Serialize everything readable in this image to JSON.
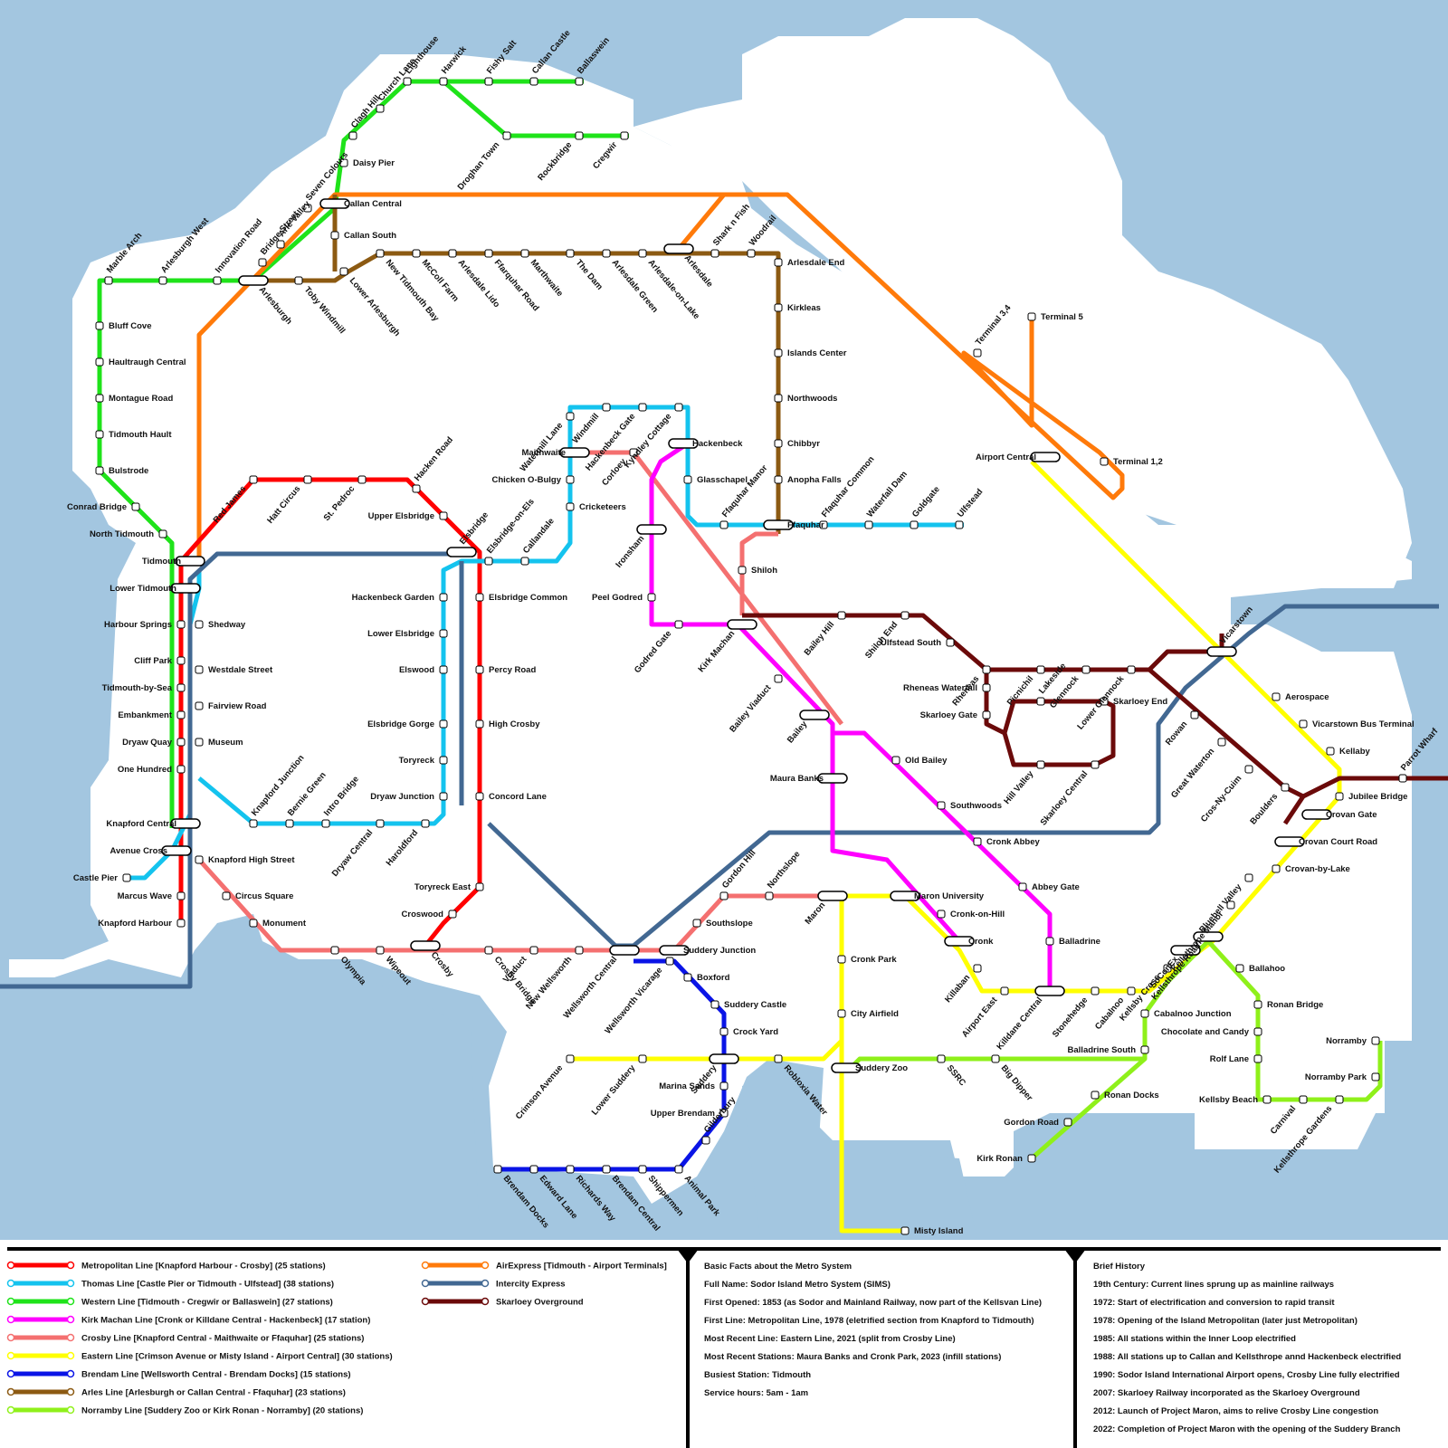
{
  "colors": {
    "water": "#a3c6e0",
    "land": "#ffffff",
    "metropolitan": "#ff0000",
    "thomas": "#14c3ee",
    "western": "#1fe31a",
    "kirk_machan": "#ff00ff",
    "crosby": "#f47070",
    "eastern": "#ffff00",
    "brendam": "#0a14e6",
    "arles": "#8c5a12",
    "norramby": "#8ff01a",
    "airexpress": "#ff7a0a",
    "intercity": "#426892",
    "skarloey": "#6b0a0a"
  },
  "legend": [
    {
      "label": "Metropolitan Line [Knapford Harbour - Crosby] (25 stations)",
      "color": "#ff0000"
    },
    {
      "label": "Thomas Line [Castle Pier or Tidmouth - Ulfstead] (38 stations)",
      "color": "#14c3ee"
    },
    {
      "label": "Western Line [Tidmouth - Cregwir or Ballaswein] (27 stations)",
      "color": "#1fe31a"
    },
    {
      "label": "Kirk Machan Line [Cronk or Killdane Central - Hackenbeck] (17 station)",
      "color": "#ff00ff"
    },
    {
      "label": "Crosby Line [Knapford Central - Maithwaite or Ffaquhar] (25 stations)",
      "color": "#f47070"
    },
    {
      "label": "Eastern Line [Crimson Avenue or Misty Island - Airport Central] (30 stations)",
      "color": "#ffff00"
    },
    {
      "label": "Brendam Line [Wellsworth Central - Brendam Docks] (15 stations)",
      "color": "#0a14e6"
    },
    {
      "label": "Arles Line [Arlesburgh or Callan Central - Ffaquhar] (23 stations)",
      "color": "#8c5a12"
    },
    {
      "label": "Norramby Line [Suddery Zoo or Kirk Ronan - Norramby] (20 stations)",
      "color": "#8ff01a"
    }
  ],
  "legend2": [
    {
      "label": "AirExpress [Tidmouth - Airport Terminals]",
      "color": "#ff7a0a"
    },
    {
      "label": "Intercity Express",
      "color": "#426892"
    },
    {
      "label": "Skarloey Overground",
      "color": "#6b0a0a"
    }
  ],
  "facts_title": "Basic Facts about the Metro System",
  "facts": [
    "Full Name: Sodor Island Metro System (SIMS)",
    "First Opened: 1853 (as Sodor and Mainland Railway, now part of the Kellsvan Line)",
    "First Line: Metropolitan Line, 1978 (eletrified section from Knapford to Tidmouth)",
    "Most Recent Line: Eastern Line, 2021 (split from Crosby Line)",
    "Most Recent Stations: Maura Banks and Cronk Park, 2023 (infill stations)",
    "Busiest Station: Tidmouth",
    "Service hours: 5am -  1am"
  ],
  "history_title": "Brief History",
  "history": [
    "19th Century: Current lines sprung up as mainline railways",
    "1972: Start of electrification and conversion to rapid transit",
    "1978: Opening of the Island Metropolitan (later just Metropolitan)",
    "1985: All stations within the Inner Loop electrified",
    "1988: All stations up to Callan and Kellsthrope annd Hackenbeck electrified",
    "1990: Sodor Island International Airport opens, Crosby Line fully electrified",
    "2007: Skarloey Railway incorporated as the Skarloey Overground",
    "2012: Launch of Project Maron, aims to relive Crosby Line congestion",
    "2022: Completion of Project Maron with the opening of the Suddery Branch"
  ],
  "stations": {
    "lighthouse": "Lighthouse",
    "harwick": "Harwick",
    "fishy_salt": "Fishy Salt",
    "callan_castle": "Callan Castle",
    "ballaswein": "Ballaswein",
    "church_lane": "Church Lane",
    "clagh_hill": "Clagh Hill",
    "droghan_town": "Droghan Town",
    "rockbridge": "Rockbridge",
    "cregwir": "Cregwir",
    "daisy_pier": "Daisy Pier",
    "seven_colours": "Seven Colours",
    "callan_central": "Callan Central",
    "callan_south": "Callan South",
    "arle_valley": "Arle Valley",
    "bridge_street": "Bridge Street",
    "innovation_road": "Innovation Road",
    "arlesburgh_west": "Arlesburgh West",
    "marble_arch": "Marble Arch",
    "arlesburgh": "Arlesburgh",
    "toby_windmill": "Toby Windmill",
    "lower_arlesburgh": "Lower Arlesburgh",
    "new_tidmouth_bay": "New Tidmouth Bay",
    "mccoll_farm": "McColl Farm",
    "arlesdale_lido": "Arlesdale Lido",
    "ffarquhar_road": "Ffarquhar Road",
    "marthwaite": "Marthwaite",
    "the_dam": "The Dam",
    "arlesdale_green": "Arlesdale Green",
    "arlesdale_on_lake": "Arlesdale-on-Lake",
    "arlesdale": "Arlesdale",
    "shark_n_fish": "Shark n Fish",
    "woodrail": "Woodrail",
    "arlesdale_end": "Arlesdale End",
    "kirkleas": "Kirkleas",
    "islands_center": "Islands Center",
    "northwoods": "Northwoods",
    "chibbyr": "Chibbyr",
    "anopha_falls": "Anopha Falls",
    "ffaquhar": "Ffaquhar",
    "ffaquhar_manor": "Ffaquhar Manor",
    "ffaquhar_common": "Ffaquhar Common",
    "waterfall_dam": "Waterfall Dam",
    "goldgate": "Goldgate",
    "ulfstead": "Ulfstead",
    "bluff_cove": "Bluff Cove",
    "haultraugh_central": "Haultraugh Central",
    "montague_road": "Montague Road",
    "tidmouth_hault": "Tidmouth Hault",
    "bulstrode": "Bulstrode",
    "conrad_bridge": "Conrad Bridge",
    "north_tidmouth": "North Tidmouth",
    "tidmouth": "Tidmouth",
    "lower_tidmouth": "Lower Tidmouth",
    "harbour_springs": "Harbour Springs",
    "cliff_park": "Cliff Park",
    "tidmouth_by_sea": "Tidmouth-by-Sea",
    "embankment": "Embankment",
    "dryaw_quay": "Dryaw Quay",
    "one_hundred": "One Hundred",
    "shedway": "Shedway",
    "westdale_street": "Westdale Street",
    "fairview_road": "Fairview Road",
    "museum": "Museum",
    "knapford_junction": "Knapford Junction",
    "bernie_green": "Bernie Green",
    "intro_bridge": "Intro Bridge",
    "knapford_central": "Knapford Central",
    "avenue_cross": "Avenue Cross",
    "castle_pier": "Castle Pier",
    "marcus_wave": "Marcus Wave",
    "knapford_harbour": "Knapford Harbour",
    "knapford_high_street": "Knapford High Street",
    "circus_square": "Circus Square",
    "monument": "Monument",
    "olympia": "Olympia",
    "wipeout": "Wipeout",
    "crosby": "Crosby",
    "red_james": "Red James",
    "hatt_circus": "Hatt Circus",
    "st_pedroc": "St. Pedroc",
    "hacken_road": "Hacken Road",
    "upper_elsbridge": "Upper Elsbridge",
    "elsbridge": "Elsbridge",
    "elsbridge_on_els": "Elsbridge-on-Els",
    "callandale": "Callandale",
    "elsbridge_common": "Elsbridge Common",
    "percy_road": "Percy Road",
    "high_crosby": "High Crosby",
    "concord_lane": "Concord Lane",
    "toryreck_east": "Toryreck East",
    "croswood": "Croswood",
    "hackenbeck_garden": "Hackenbeck Garden",
    "lower_elsbridge": "Lower Elsbridge",
    "elswood": "Elswood",
    "elsbridge_gorge": "Elsbridge Gorge",
    "toryreck": "Toryreck",
    "dryaw_junction": "Dryaw Junction",
    "haroldford": "Haroldford",
    "dryaw_central": "Dryaw Central",
    "watermill_lane": "Watermill Lane",
    "windmill": "Windmill",
    "hackenbeck_gate": "Hackenbeck Gate",
    "kyndley_cottage": "Kyndley Cottage",
    "hackenbeck": "Hackenbeck",
    "maithwaite": "Maithwaite",
    "chicken_o_bulgy": "Chicken O-Bulgy",
    "cricketeers": "Cricketeers",
    "corloey": "Corloey",
    "glasschapel": "Glasschapel",
    "ironsham": "Ironsham",
    "peel_godred": "Peel Godred",
    "godred_gate": "Godred Gate",
    "kirk_machan": "Kirk Machan",
    "shiloh": "Shiloh",
    "bailey_hill": "Bailey Hill",
    "shiloh_end": "Shiloh End",
    "ulfstead_south": "Ulfstead South",
    "rheneas": "Rheneas",
    "picnichil": "Picnichil",
    "glennock": "Glennock",
    "lower_glennock": "Lower Glennock",
    "rheneas_waterfall": "Rheneas Waterfall",
    "skarloey_gate": "Skarloey Gate",
    "lakeside": "Lakeside",
    "skarloey_end": "Skarloey End",
    "hill_valley": "Hill Valley",
    "skarloey_central": "Skarloey Central",
    "vicarstown": "Vicarstown",
    "bailey_viaduct": "Bailey Viaduct",
    "bailey": "Bailey",
    "maura_banks": "Maura Banks",
    "old_bailey": "Old Bailey",
    "southwoods": "Southwoods",
    "cronk_abbey": "Cronk Abbey",
    "abbey_gate": "Abbey Gate",
    "maron_university": "Maron University",
    "cronk_on_hill": "Cronk-on-Hill",
    "cronk": "Cronk",
    "balladrine": "Balladrine",
    "gordon_hill": "Gordon Hill",
    "northslope": "Northslope",
    "maron": "Maron",
    "southslope": "Southslope",
    "suddery_junction": "Suddery Junction",
    "wellsworth_central": "Wellsworth Central",
    "new_wellsworth": "New Wellsworth",
    "viaduct": "Viaduct",
    "crosby_bridge": "Crosby Bridge",
    "wellsworth_vicarage": "Wellsworth Vicarage",
    "boxford": "Boxford",
    "suddery_castle": "Suddery Castle",
    "crock_yard": "Crock Yard",
    "suddery": "Suddery",
    "marina_sands": "Marina Sands",
    "upper_brendam": "Upper Brendam",
    "gilderbury": "Gilderbury",
    "animal_park": "Animal Park",
    "shippermen": "Shippermen",
    "brendam_central": "Brendam Central",
    "richards_way": "Richards Way",
    "edward_lane": "Edward Lane",
    "brendam_docks": "Brendam Docks",
    "crimson_avenue": "Crimson Avenue",
    "lower_suddery": "Lower Suddery",
    "robloxia_water": "Robloxia Water",
    "cronk_park": "Cronk Park",
    "city_airfield": "City Airfield",
    "suddery_zoo": "Suddery Zoo",
    "ssrc": "SSRC",
    "big_dipper": "Big Dipper",
    "misty_island": "Misty Island",
    "killaban": "Killaban",
    "airport_east": "Airport East",
    "killdane_central": "Killdane Central",
    "stonehedge": "Stonehedge",
    "cabalnoo": "Cabalnoo",
    "cabalnoo_junction": "Cabalnoo Junction",
    "chocolate_and_candy": "Chocolate and Candy",
    "rolf_lane": "Rolf Lane",
    "balladrine_south": "Balladrine South",
    "ronan_docks": "Ronan Docks",
    "gordon_road": "Gordon Road",
    "kirk_ronan": "Kirk Ronan",
    "kellsby_beach": "Kellsby Beach",
    "carnival": "Carnival",
    "kellsthrope_gardens": "Kellsthrope Gardens",
    "norramby_park": "Norramby Park",
    "norramby": "Norramby",
    "ballahoo": "Ballahoo",
    "ronan_bridge": "Ronan Bridge",
    "kellsby_cross": "Kellsby Cross",
    "soconex": "SoConEx",
    "kellsthrope_road": "Kellsthrope Road",
    "kellsthrope_manor": "Kellsthrope Manor",
    "bluebell_valley": "Bluebell Valley",
    "crovan_by_lake": "Crovan-by-Lake",
    "crovan_court_road": "Crovan Court Road",
    "crovan_gate": "Crovan Gate",
    "boulders": "Boulders",
    "jubilee_bridge": "Jubilee Bridge",
    "parrot_wharf": "Parrot Wharf",
    "cros_ny_cuim": "Cros-Ny-Cuim",
    "great_waterton": "Great Waterton",
    "rowan": "Rowan",
    "kellaby": "Kellaby",
    "vicarstown_bus_terminal": "Vicarstown Bus Terminal",
    "aerospace": "Aerospace",
    "airport_central": "Airport Central",
    "terminal_3_4": "Terminal 3,4",
    "terminal_5": "Terminal 5",
    "terminal_1_2": "Terminal 1,2"
  }
}
